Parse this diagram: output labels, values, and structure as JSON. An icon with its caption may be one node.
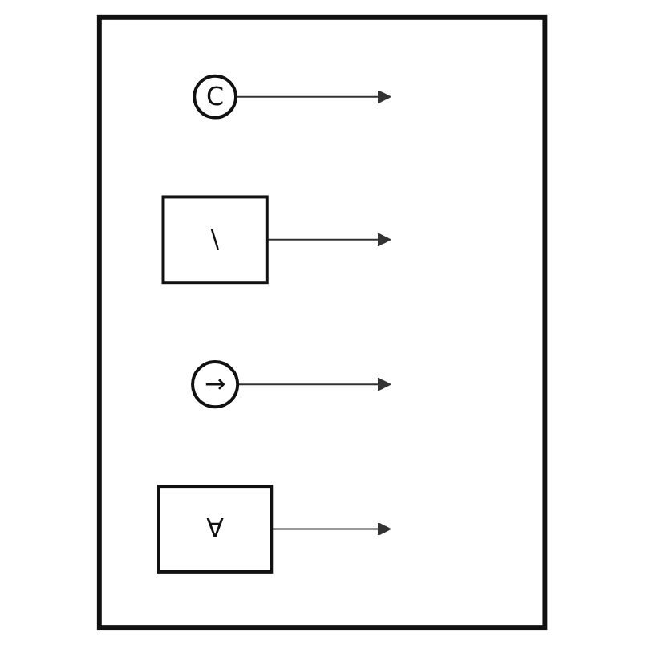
{
  "diagram": {
    "nodes": [
      {
        "text": [],
        "shape": "box"
      },
      {
        "text": [
          "C"
        ],
        "in": 0
      },
      {
        "text": [
          "\\"
        ],
        "in": 0
      },
      {
        "text": [
          "→"
        ],
        "in": 0
      },
      {
        "text": [
          "∀"
        ],
        "in": 0
      }
    ],
    "edges": [
      {
        "from": 1,
        "to": null,
        "arrow": "to"
      },
      {
        "from": 2,
        "to": null,
        "arrow": "to"
      },
      {
        "from": 3,
        "to": null,
        "arrow": "to"
      },
      {
        "from": 4,
        "to": null,
        "arrow": "to"
      }
    ]
  }
}
